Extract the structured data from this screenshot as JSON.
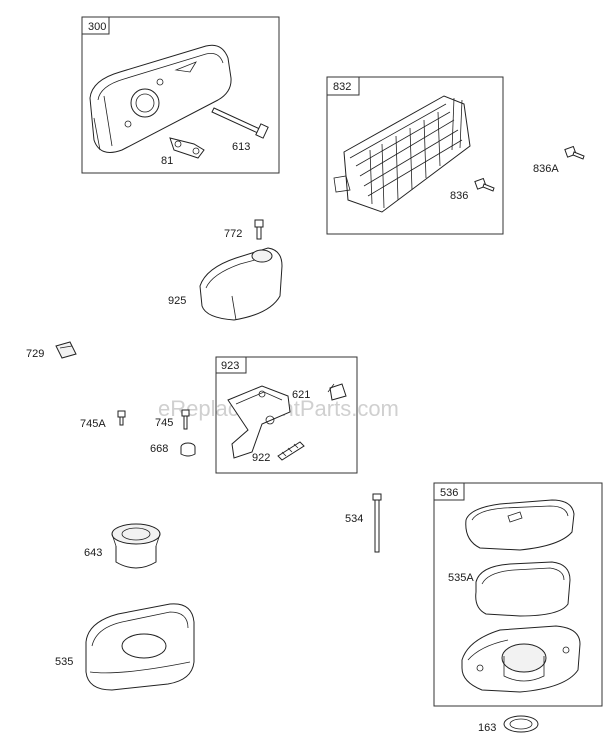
{
  "watermark": "eReplacementParts.com",
  "groups": [
    {
      "id": "g300",
      "label": "300"
    },
    {
      "id": "g832",
      "label": "832"
    },
    {
      "id": "g923",
      "label": "923"
    },
    {
      "id": "g536",
      "label": "536"
    }
  ],
  "callouts": {
    "p81": "81",
    "p613": "613",
    "p836": "836",
    "p836A": "836A",
    "p772": "772",
    "p925": "925",
    "p729": "729",
    "p621": "621",
    "p745A": "745A",
    "p745": "745",
    "p668": "668",
    "p922": "922",
    "p534": "534",
    "p643": "643",
    "p535A": "535A",
    "p535": "535",
    "p163": "163"
  }
}
